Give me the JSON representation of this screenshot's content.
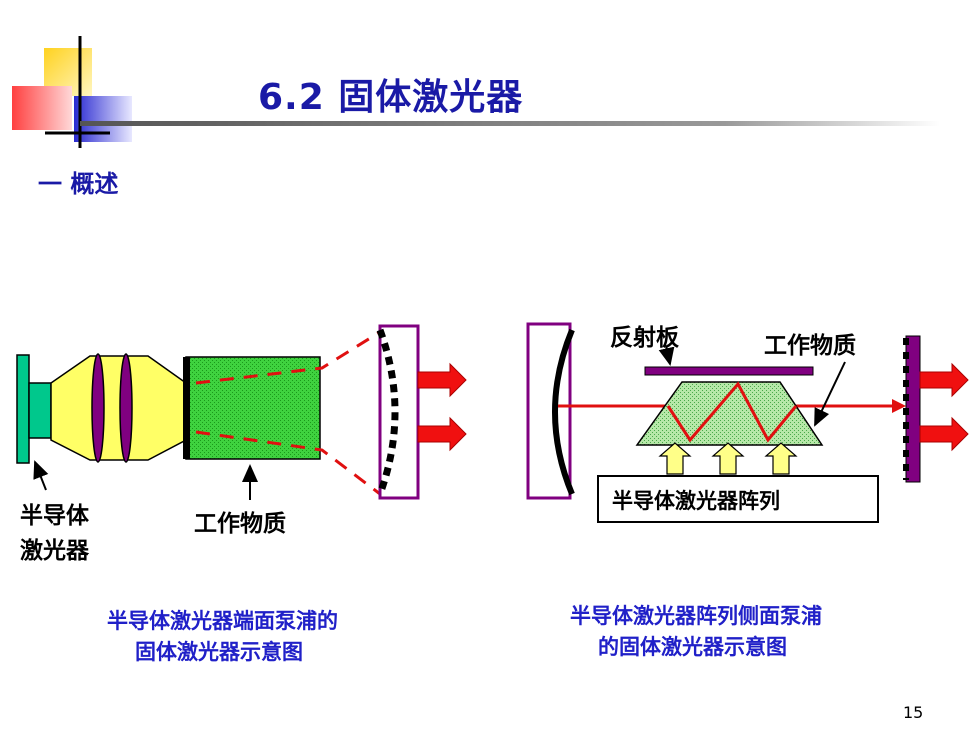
{
  "slide": {
    "title": "6.2 固体激光器",
    "subtitle": "一 概述",
    "page_number": "15"
  },
  "diagram_left": {
    "label_source_line1": "半导体",
    "label_source_line2": "激光器",
    "label_medium": "工作物质",
    "caption_line1": "半导体激光器端面泵浦的",
    "caption_line2": "固体激光器示意图"
  },
  "diagram_right": {
    "label_reflector": "反射板",
    "label_medium": "工作物质",
    "label_array": "半导体激光器阵列",
    "caption_line1": "半导体激光器阵列侧面泵浦",
    "caption_line2": "的固体激光器示意图"
  },
  "colors": {
    "title": "#1a1aa6",
    "caption": "#2020c8",
    "beam": "#e01010",
    "crystal": "#33cc33",
    "mirror_frame": "#800080",
    "diode": "#00c88c",
    "lens_housing": "#ffff66"
  }
}
